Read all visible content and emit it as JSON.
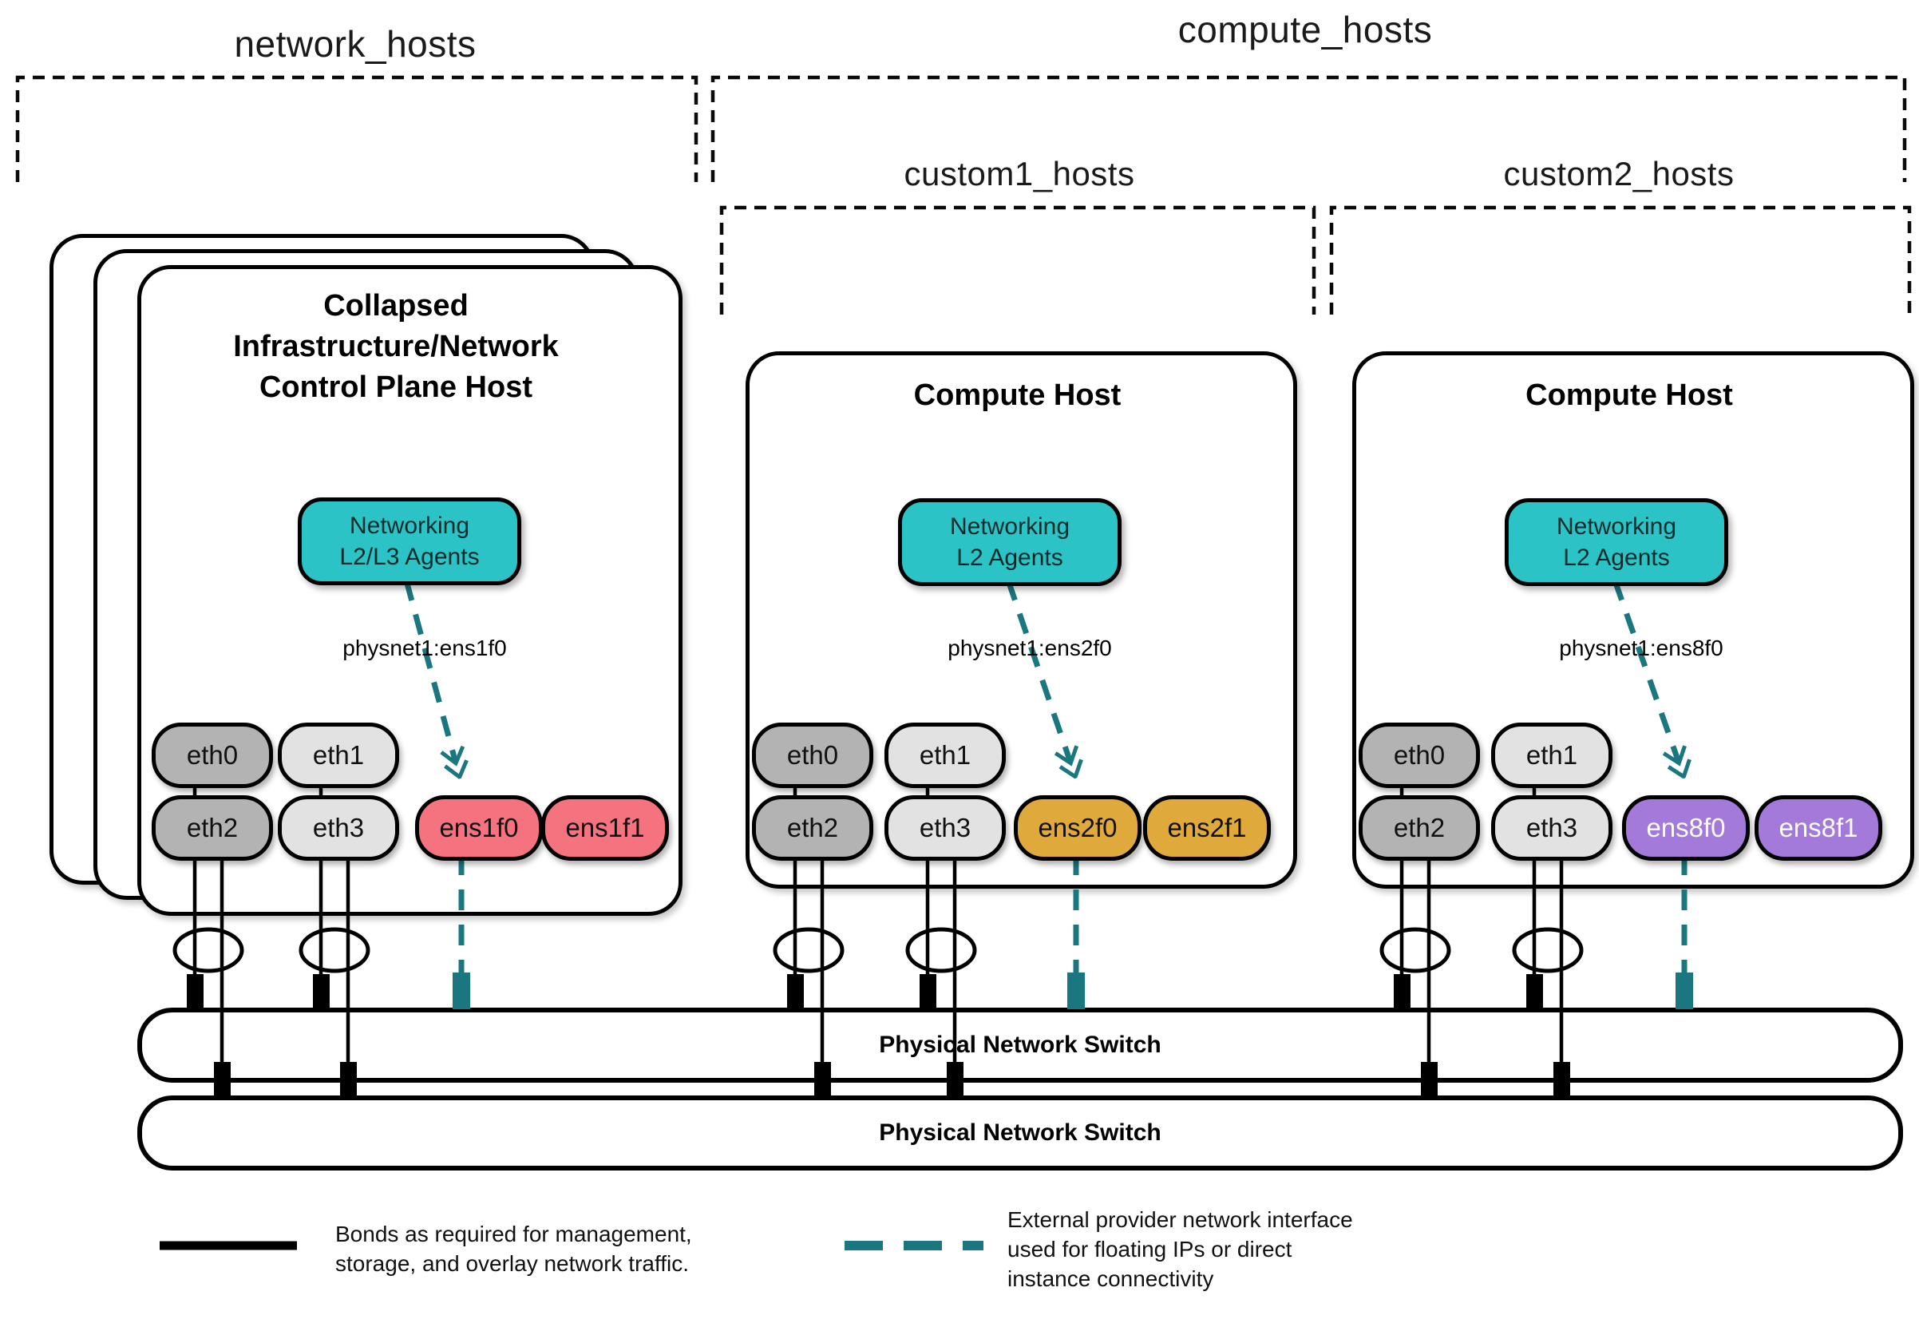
{
  "groups": {
    "network_hosts_label": "network_hosts",
    "compute_hosts_label": "compute_hosts",
    "custom1_hosts_label": "custom1_hosts",
    "custom2_hosts_label": "custom2_hosts"
  },
  "hosts": [
    {
      "title_line1": "Collapsed",
      "title_line2": "Infrastructure/Network",
      "title_line3": "Control Plane Host",
      "agent_line1": "Networking",
      "agent_line2": "L2/L3 Agents",
      "physnet_label": "physnet1:ens1f0",
      "nics": [
        {
          "label": "eth0"
        },
        {
          "label": "eth1"
        },
        {
          "label": "eth2"
        },
        {
          "label": "eth3"
        },
        {
          "label": "ens1f0"
        },
        {
          "label": "ens1f1"
        }
      ]
    },
    {
      "title_line1": "Compute Host",
      "agent_line1": "Networking",
      "agent_line2": "L2 Agents",
      "physnet_label": "physnet1:ens2f0",
      "nics": [
        {
          "label": "eth0"
        },
        {
          "label": "eth1"
        },
        {
          "label": "eth2"
        },
        {
          "label": "eth3"
        },
        {
          "label": "ens2f0"
        },
        {
          "label": "ens2f1"
        }
      ]
    },
    {
      "title_line1": "Compute Host",
      "agent_line1": "Networking",
      "agent_line2": "L2 Agents",
      "physnet_label": "physnet1:ens8f0",
      "nics": [
        {
          "label": "eth0"
        },
        {
          "label": "eth1"
        },
        {
          "label": "eth2"
        },
        {
          "label": "eth3"
        },
        {
          "label": "ens8f0"
        },
        {
          "label": "ens8f1"
        }
      ]
    }
  ],
  "switches": [
    {
      "label": "Physical Network Switch"
    },
    {
      "label": "Physical Network Switch"
    }
  ],
  "legend": {
    "bond_line1": "Bonds as required for management,",
    "bond_line2": "storage, and overlay network traffic.",
    "provider_line1": "External provider network interface",
    "provider_line2": "used for floating IPs or direct",
    "provider_line3": "instance connectivity"
  },
  "colors": {
    "teal_fill": "#2bc3c6",
    "teal_line": "#1a7780",
    "pink": "#f4737f",
    "gold": "#e0a93c",
    "purple": "#a379d9",
    "gray_dark": "#b3b3b3",
    "gray_light": "#e2e2e2"
  }
}
